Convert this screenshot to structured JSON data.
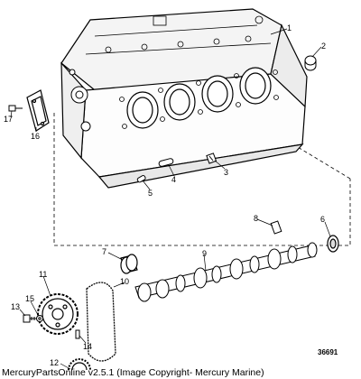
{
  "diagram": {
    "drawing_number": "36691",
    "callouts": [
      "1",
      "2",
      "3",
      "4",
      "5",
      "6",
      "7",
      "8",
      "9",
      "10",
      "11",
      "12",
      "13",
      "14",
      "15",
      "16",
      "17"
    ]
  },
  "footer": {
    "text": "MercuryPartsOnline v2.5.1 (Image Copyright- Mercury Marine)"
  }
}
